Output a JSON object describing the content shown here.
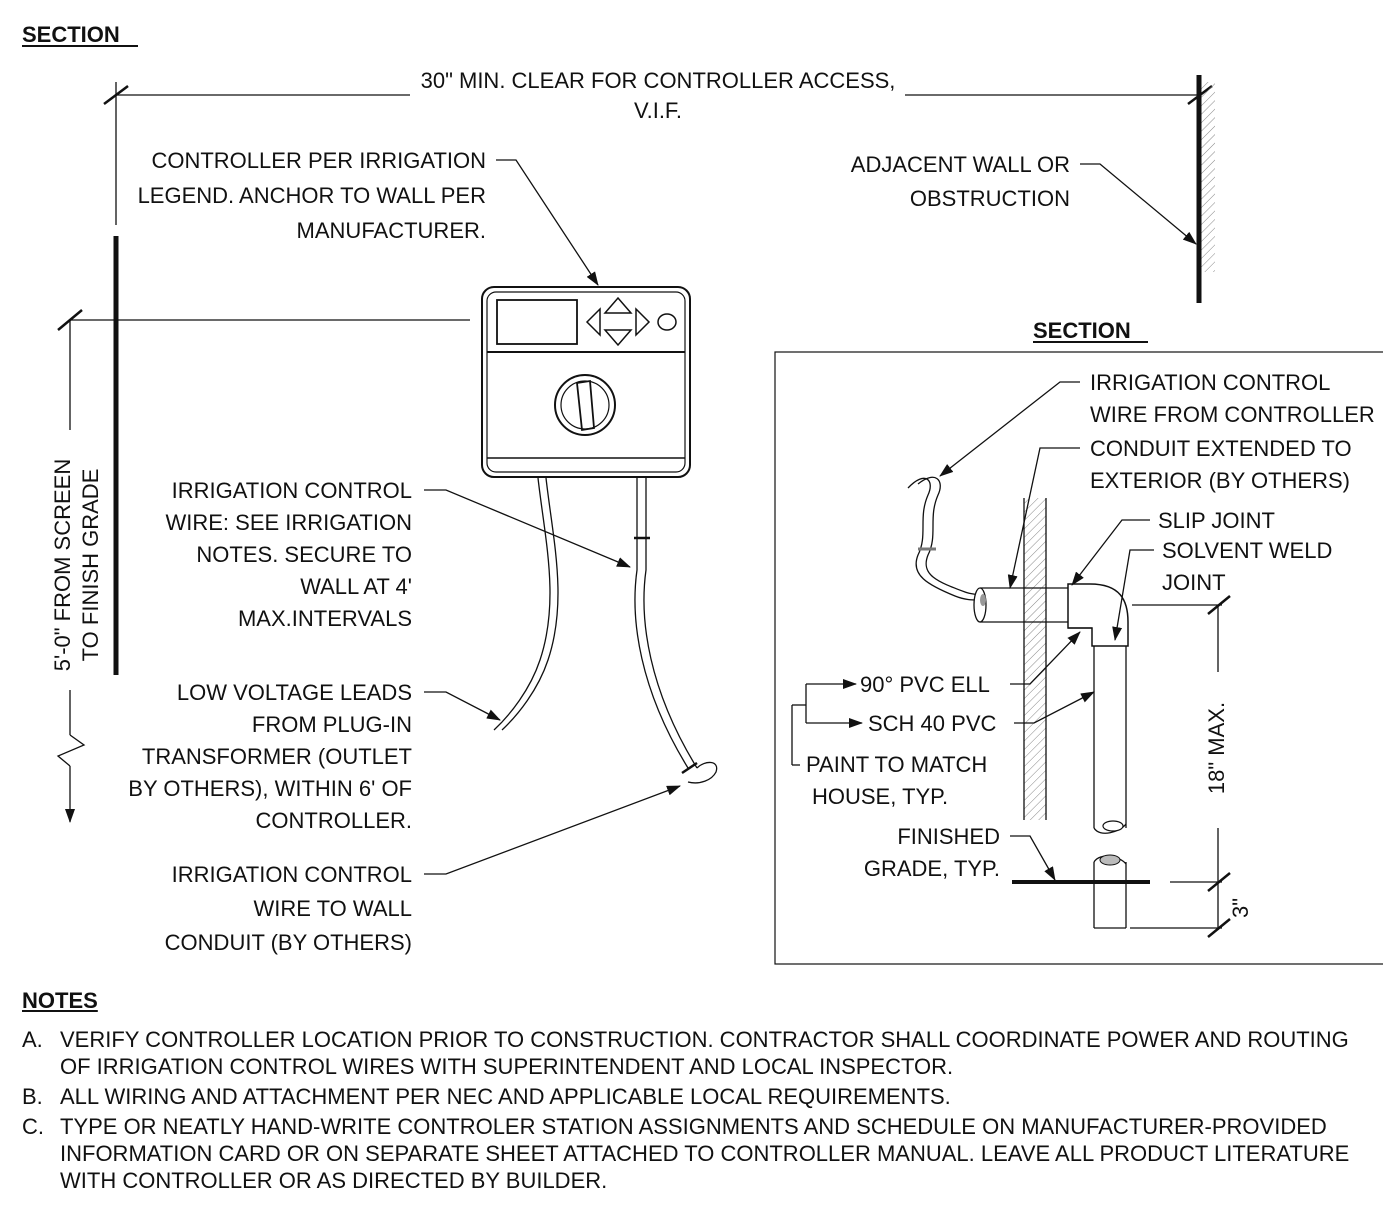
{
  "section_title_left": "SECTION",
  "section_title_right": "SECTION",
  "dim_top": [
    "30\" MIN. CLEAR FOR CONTROLLER ACCESS,",
    "V.I.F."
  ],
  "dim_height": [
    "5'-0\" FROM SCREEN",
    "TO FINISH GRADE"
  ],
  "dim_18": "18\" MAX.",
  "dim_3": "3\"",
  "left_callouts": {
    "controller": [
      "CONTROLLER PER IRRIGATION",
      "LEGEND. ANCHOR TO WALL PER",
      "MANUFACTURER."
    ],
    "control_wire": [
      "IRRIGATION CONTROL",
      "WIRE: SEE IRRIGATION",
      "NOTES.  SECURE TO",
      "WALL AT 4'",
      "MAX.INTERVALS"
    ],
    "low_voltage": [
      "LOW VOLTAGE LEADS",
      "FROM PLUG-IN",
      "TRANSFORMER (OUTLET",
      "BY OTHERS), WITHIN 6' OF",
      "CONTROLLER."
    ],
    "wire_to_conduit": [
      "IRRIGATION CONTROL",
      "WIRE TO WALL",
      "CONDUIT (BY OTHERS)"
    ],
    "adjacent_wall": [
      "ADJACENT WALL OR",
      "OBSTRUCTION"
    ]
  },
  "right_callouts": {
    "control_wire": [
      "IRRIGATION CONTROL",
      "WIRE FROM CONTROLLER"
    ],
    "conduit_extended": [
      "CONDUIT EXTENDED TO",
      "EXTERIOR (BY OTHERS)"
    ],
    "slip_joint": "SLIP JOINT",
    "solvent_weld": [
      "SOLVENT WELD",
      "JOINT"
    ],
    "ell": "90° PVC ELL",
    "pvc": "SCH 40 PVC",
    "paint": [
      "PAINT TO MATCH",
      "HOUSE, TYP."
    ],
    "finished_grade": [
      "FINISHED",
      "GRADE, TYP."
    ]
  },
  "notes_title": "NOTES",
  "notes": [
    {
      "letter": "A.",
      "text": "VERIFY CONTROLLER LOCATION PRIOR TO CONSTRUCTION.  CONTRACTOR SHALL COORDINATE POWER AND ROUTING OF IRRIGATION CONTROL WIRES WITH SUPERINTENDENT AND LOCAL INSPECTOR."
    },
    {
      "letter": "B.",
      "text": "ALL WIRING AND ATTACHMENT PER NEC AND APPLICABLE LOCAL REQUIREMENTS."
    },
    {
      "letter": "C.",
      "text": "TYPE OR NEATLY HAND-WRITE CONTROLER STATION ASSIGNMENTS AND SCHEDULE ON MANUFACTURER-PROVIDED INFORMATION CARD OR ON SEPARATE SHEET ATTACHED TO CONTROLLER MANUAL.  LEAVE ALL PRODUCT LITERATURE WITH CONTROLLER OR AS DIRECTED BY BUILDER."
    }
  ]
}
